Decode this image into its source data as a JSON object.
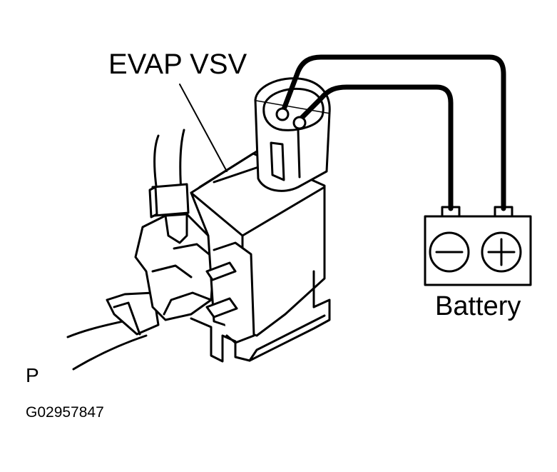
{
  "labels": {
    "component": "EVAP VSV",
    "battery": "Battery",
    "port": "P",
    "figure_code": "G02957847"
  },
  "icons": {
    "battery_negative": "minus-icon",
    "battery_positive": "plus-icon"
  },
  "colors": {
    "line": "#000000",
    "fill": "#ffffff"
  }
}
